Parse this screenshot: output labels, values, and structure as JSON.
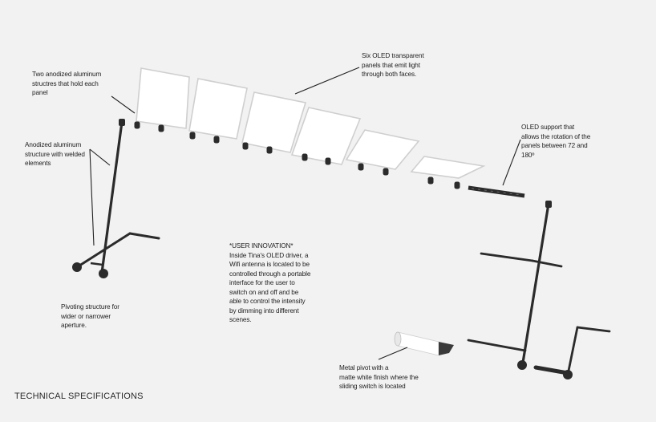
{
  "annotations": {
    "aluminum_holders": "Two anodized aluminum\nstructres that hold each\npanel",
    "welded_structure": "Anodized aluminum\nstructure with welded\nelements",
    "oled_panels": "Six OLED transparent\npanels that emit light\nthrough both faces.",
    "oled_support": "OLED support that\nallows the rotation of the\npanels between 72 and\n180º",
    "user_innovation": "*USER INNOVATION*\nInside Tina's OLED driver, a\nWifi antenna is located to be\ncontrolled through a portable\ninterface for the user to\nswitch on and off and be\nable to control the intensity\nby dimming into different\nscenes.",
    "pivoting_structure": "Pivoting structure for\nwider or narrower\naperture.",
    "metal_pivot": "Metal pivot with a\nmatte white finish where the\nsliding switch is located"
  },
  "footer": {
    "title": "TECHNICAL SPECIFICATIONS"
  },
  "colors": {
    "background": "#f2f2f2",
    "metal": "#2b2b2b",
    "panel_face": "#ffffff",
    "panel_edge": "#cfcfcf",
    "text": "#1e1e1e"
  }
}
